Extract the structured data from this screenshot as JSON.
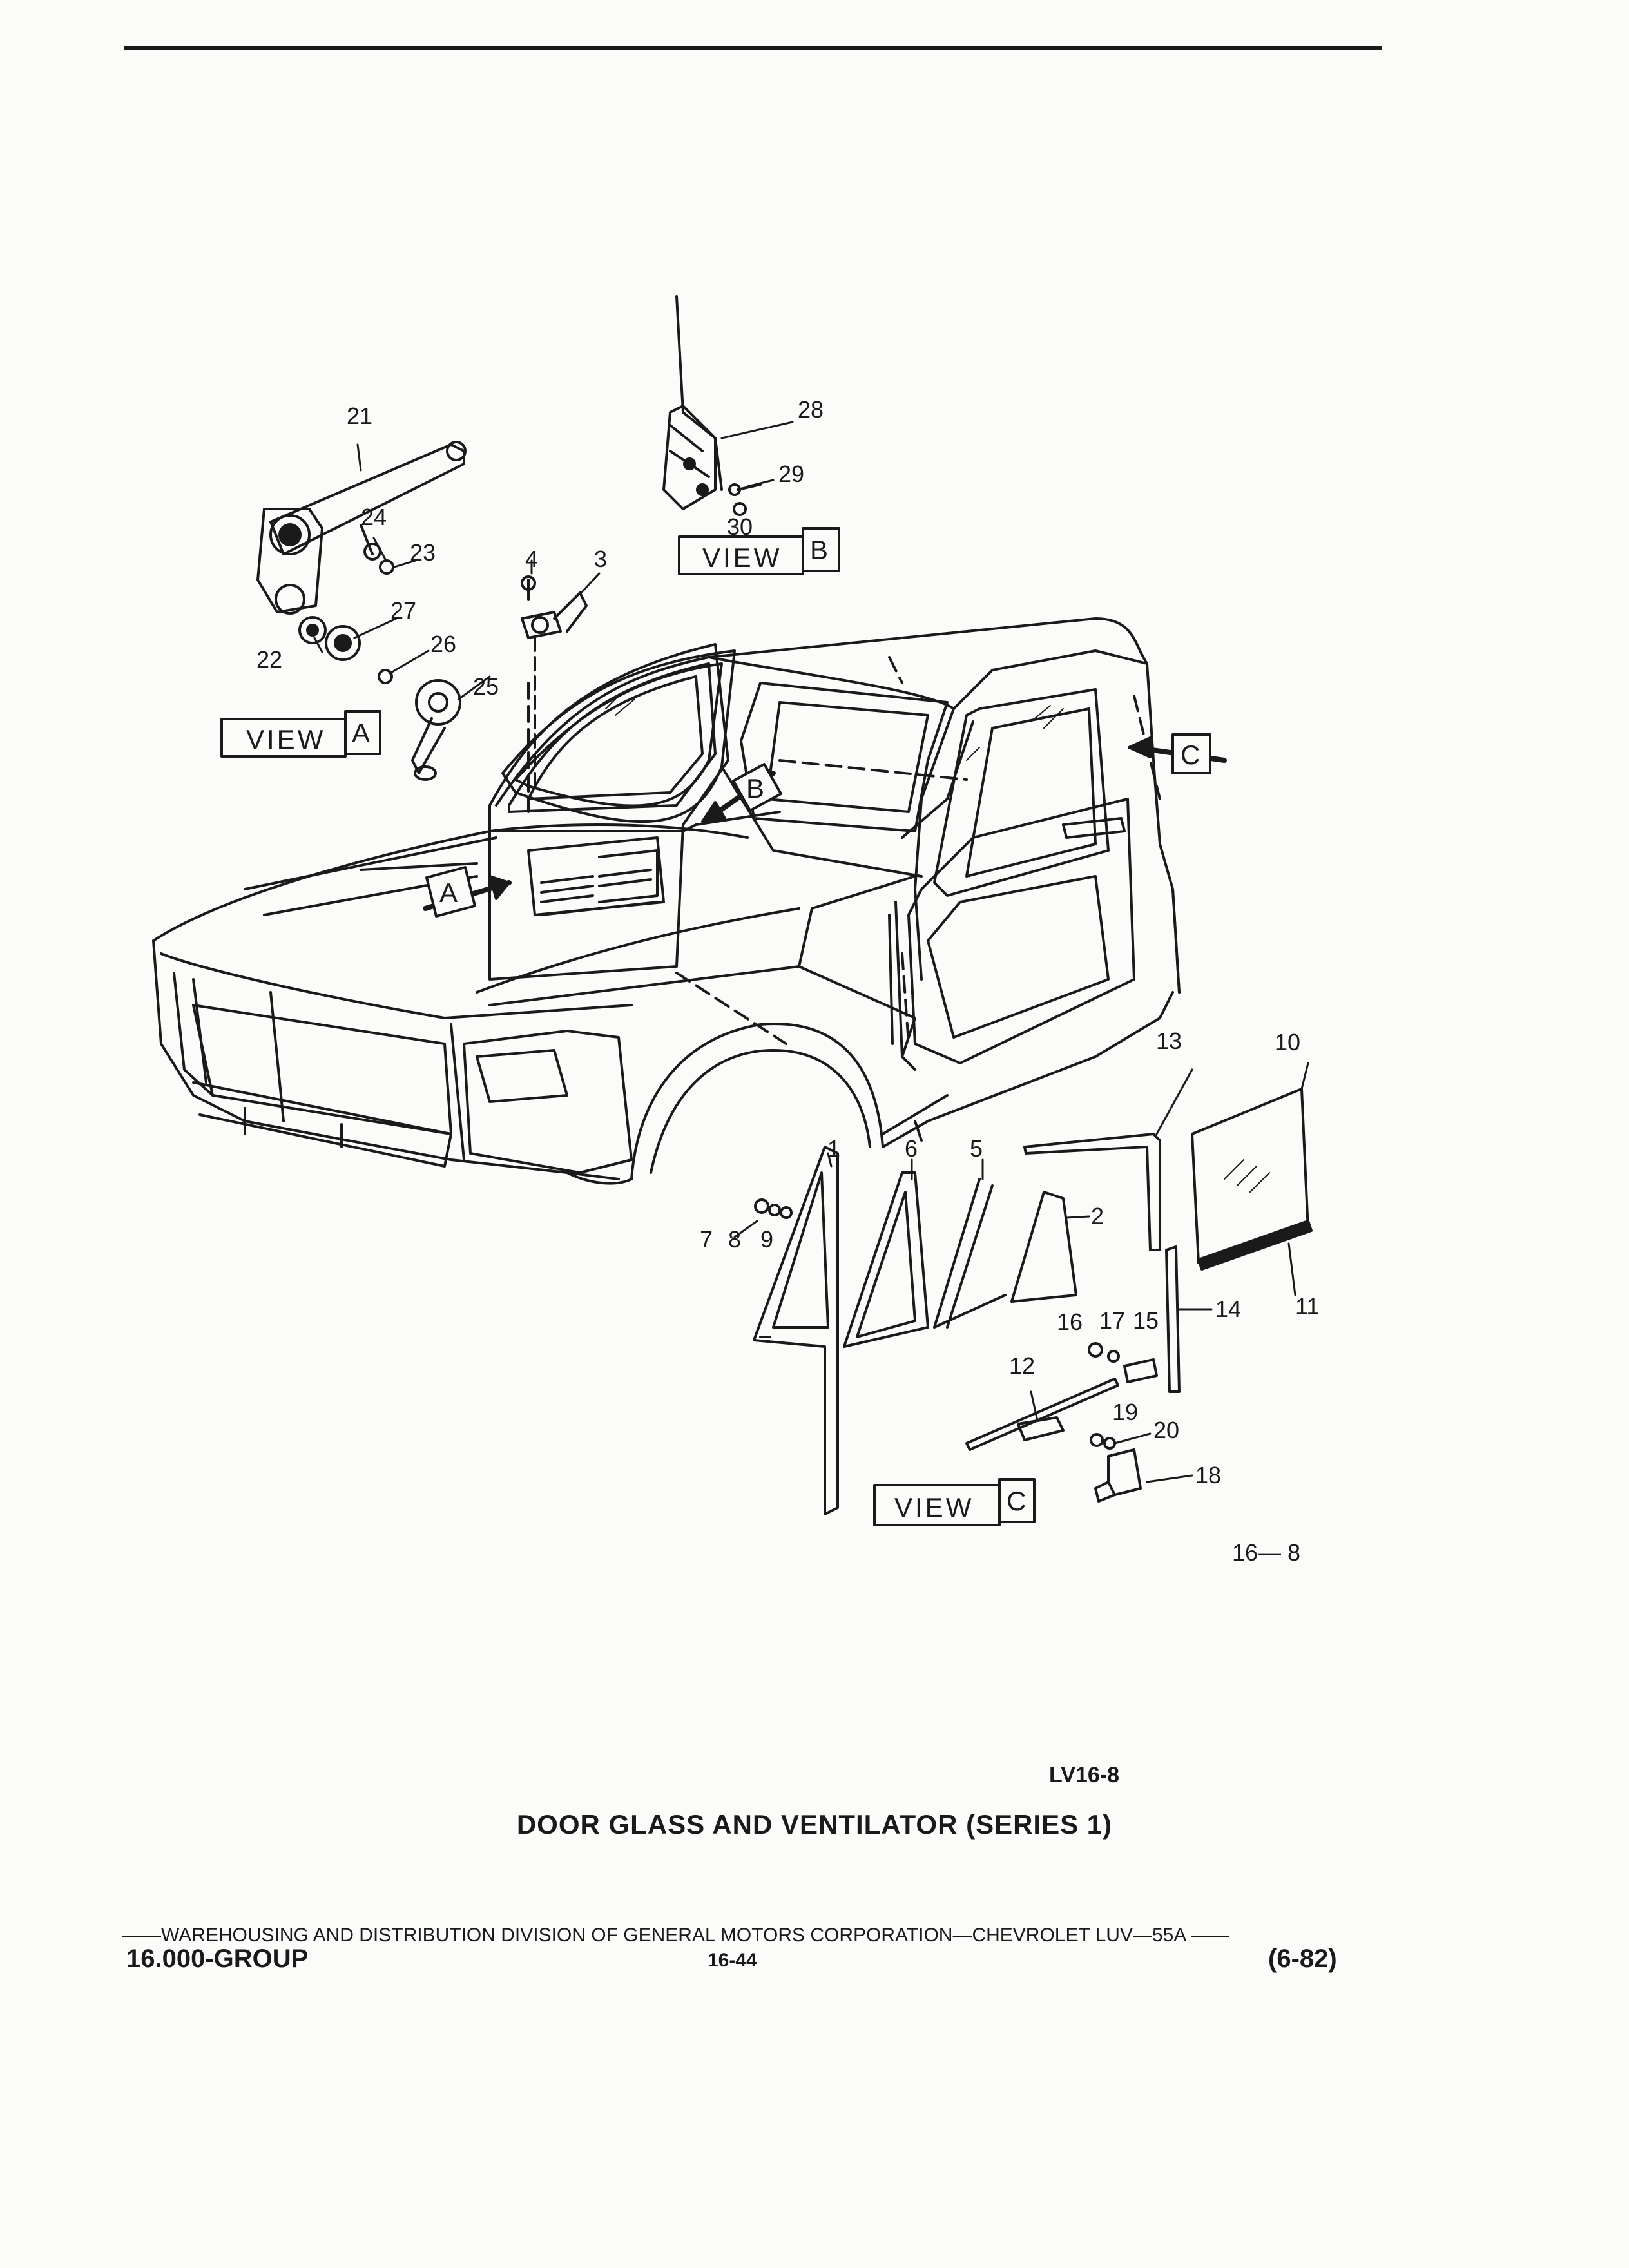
{
  "diagram": {
    "views": [
      {
        "name": "VIEW",
        "letter": "A"
      },
      {
        "name": "VIEW",
        "letter": "B"
      },
      {
        "name": "VIEW",
        "letter": "C"
      }
    ],
    "arrow_markers": [
      "A",
      "B",
      "C"
    ],
    "parts": [
      {
        "label": "1"
      },
      {
        "label": "2"
      },
      {
        "label": "3"
      },
      {
        "label": "4"
      },
      {
        "label": "5"
      },
      {
        "label": "6"
      },
      {
        "label": "7"
      },
      {
        "label": "8"
      },
      {
        "label": "9"
      },
      {
        "label": "10"
      },
      {
        "label": "11"
      },
      {
        "label": "12"
      },
      {
        "label": "13"
      },
      {
        "label": "14"
      },
      {
        "label": "15"
      },
      {
        "label": "16"
      },
      {
        "label": "17"
      },
      {
        "label": "18"
      },
      {
        "label": "19"
      },
      {
        "label": "20"
      },
      {
        "label": "21"
      },
      {
        "label": "22"
      },
      {
        "label": "23"
      },
      {
        "label": "24"
      },
      {
        "label": "25"
      },
      {
        "label": "26"
      },
      {
        "label": "27"
      },
      {
        "label": "28"
      },
      {
        "label": "29"
      },
      {
        "label": "30"
      }
    ],
    "figure_number": "16— 8",
    "illustration_code": "LV16-8",
    "title": "DOOR GLASS AND VENTILATOR (SERIES 1)"
  },
  "footer": {
    "division_line": "——WAREHOUSING AND DISTRIBUTION  DIVISION OF GENERAL MOTORS CORPORATION—CHEVROLET LUV—55A  ——",
    "group": "16.000-GROUP",
    "page": "16-44",
    "date": "(6-82)"
  }
}
